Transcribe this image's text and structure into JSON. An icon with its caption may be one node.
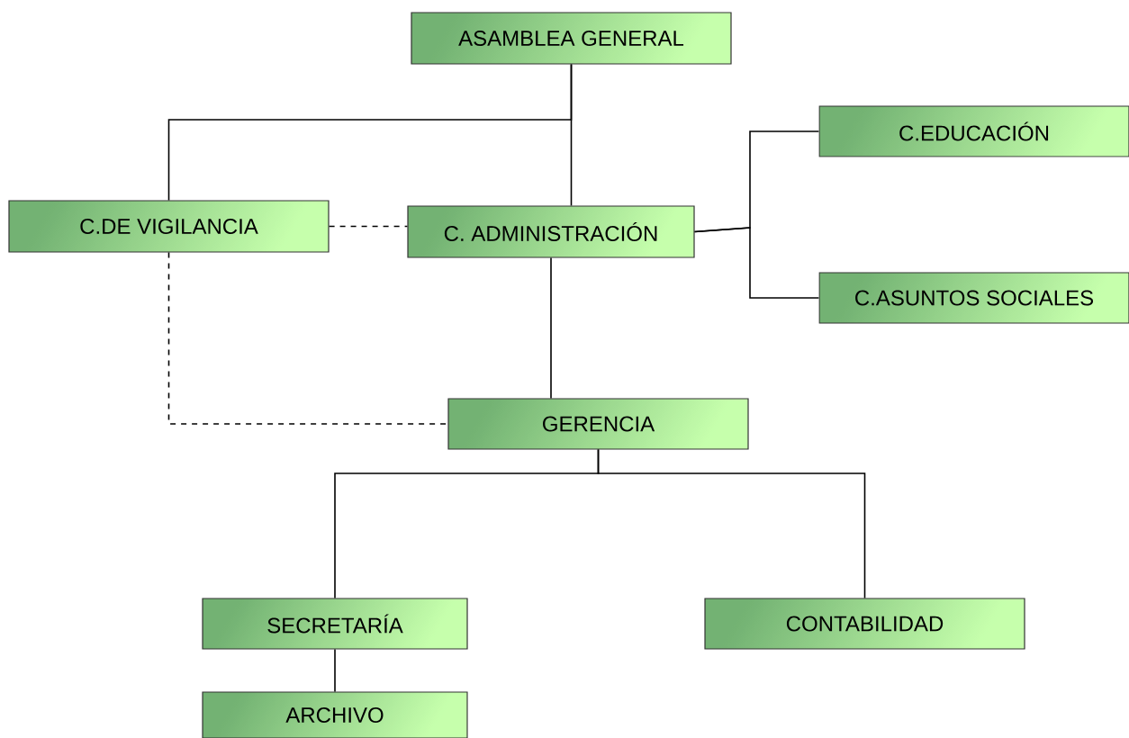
{
  "diagram": {
    "nodes": [
      {
        "text": [
          "ASAMBLEA GENERAL"
        ]
      },
      {
        "text": [
          "C.DE VIGILANCIA"
        ]
      },
      {
        "text": [
          "C. ADMINISTRACIÓN"
        ]
      },
      {
        "text": [
          "C.EDUCACIÓN"
        ]
      },
      {
        "text": [
          "C.ASUNTOS SOCIALES"
        ]
      },
      {
        "text": [
          "GERENCIA"
        ]
      },
      {
        "text": [
          "SECRETARÍA"
        ]
      },
      {
        "text": [
          "CONTABILIDAD"
        ]
      },
      {
        "text": [
          "ARCHIVO"
        ]
      }
    ],
    "edges": [
      {
        "from": 0,
        "to": 1,
        "arrow": "none"
      },
      {
        "from": 0,
        "to": 2,
        "arrow": "none"
      },
      {
        "from": 1,
        "to": 2,
        "arrow": "none",
        "style": "dashed"
      },
      {
        "from": 2,
        "to": 3,
        "arrow": "none"
      },
      {
        "from": 2,
        "to": 4,
        "arrow": "none"
      },
      {
        "from": 2,
        "to": 5,
        "arrow": "none"
      },
      {
        "from": 1,
        "to": 5,
        "arrow": "none",
        "style": "dashed"
      },
      {
        "from": 5,
        "to": 6,
        "arrow": "none"
      },
      {
        "from": 5,
        "to": 7,
        "arrow": "none"
      },
      {
        "from": 6,
        "to": 8,
        "arrow": "none"
      }
    ]
  }
}
